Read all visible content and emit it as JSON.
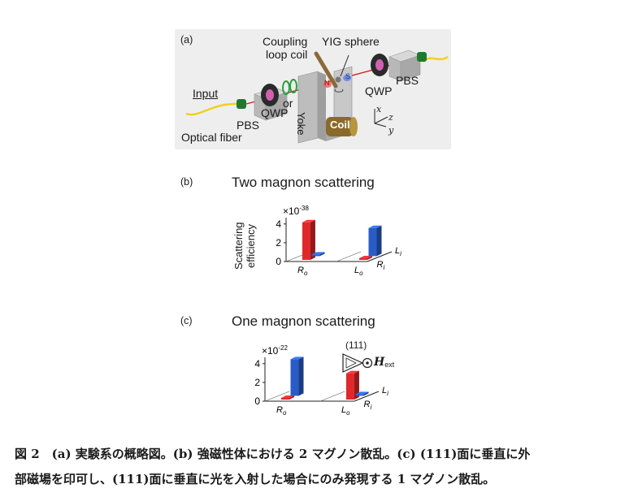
{
  "figure": {
    "panel_a": {
      "label": "(a)",
      "labels": {
        "coupling": "Coupling",
        "loop_coil": "loop coil",
        "yig": "YIG sphere",
        "input": "Input",
        "optical_fiber": "Optical fiber",
        "pbs_left": "PBS",
        "qwp_left": "QWP",
        "or": "or",
        "yoke": "Yoke",
        "coil": "Coil",
        "qwp_right": "QWP",
        "pbs_right": "PBS",
        "n": "N",
        "s": "S",
        "axis_x": "x",
        "axis_y": "y",
        "axis_z": "z"
      }
    },
    "panel_b": {
      "label": "(b)",
      "title": "Two magnon scattering",
      "ylabel_line1": "Scattering",
      "ylabel_line2": "efficiency"
    },
    "panel_c": {
      "label": "(c)",
      "title": "One magnon scattering",
      "inset_label": "(111)",
      "inset_field": "H",
      "inset_field_sub": "ext"
    }
  },
  "caption": {
    "line1": "図 2　(a) 実験系の概略図。(b) 強磁性体における 2 マグノン散乱。(c) (111)面に垂直に外",
    "line2": "部磁場を印可し、(111)面に垂直に光を入射した場合にのみ発現する 1 マグノン散乱。"
  },
  "chart_data": [
    {
      "type": "bar",
      "title": "Two magnon scattering",
      "ylabel": "Scattering efficiency",
      "y_multiplier": "×10^-38",
      "yticks": [
        0,
        2,
        4
      ],
      "ylim": [
        0,
        4.5
      ],
      "x_categories": [
        "Ro",
        "Lo"
      ],
      "depth_categories": [
        "Li",
        "Ri"
      ],
      "series": [
        {
          "name": "Ro, Ri",
          "x": "Ro",
          "depth": "Ri",
          "value": 4.0,
          "color": "#e0282a"
        },
        {
          "name": "Ro, Li",
          "x": "Ro",
          "depth": "Li",
          "value": 0.0,
          "color": "#2a5cc8"
        },
        {
          "name": "Lo, Ri",
          "x": "Lo",
          "depth": "Ri",
          "value": 0.0,
          "color": "#e0282a"
        },
        {
          "name": "Lo, Li",
          "x": "Lo",
          "depth": "Li",
          "value": 3.0,
          "color": "#2a5cc8"
        }
      ]
    },
    {
      "type": "bar",
      "title": "One magnon scattering",
      "y_multiplier": "×10^-22",
      "yticks": [
        0,
        2,
        4
      ],
      "ylim": [
        0,
        4.5
      ],
      "x_categories": [
        "Ro",
        "Lo"
      ],
      "depth_categories": [
        "Li",
        "Ri"
      ],
      "series": [
        {
          "name": "Ro, Ri",
          "x": "Ro",
          "depth": "Ri",
          "value": 0.0,
          "color": "#e0282a"
        },
        {
          "name": "Ro, Li",
          "x": "Ro",
          "depth": "Li",
          "value": 3.9,
          "color": "#2a5cc8"
        },
        {
          "name": "Lo, Ri",
          "x": "Lo",
          "depth": "Ri",
          "value": 2.8,
          "color": "#e0282a"
        },
        {
          "name": "Lo, Li",
          "x": "Lo",
          "depth": "Li",
          "value": 0.0,
          "color": "#2a5cc8"
        }
      ]
    }
  ]
}
